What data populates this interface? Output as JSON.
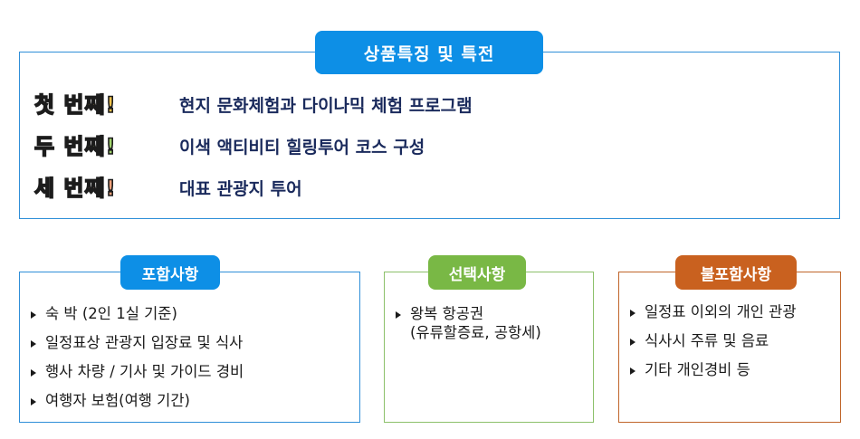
{
  "features": {
    "title": "상품특징 및 특전",
    "rows": [
      {
        "ordinal": "첫 번째!",
        "text": "현지 문화체험과 다이나믹 체험 프로그램"
      },
      {
        "ordinal": "두 번째!",
        "text": "이색 액티비티 힐링투어 코스 구성"
      },
      {
        "ordinal": "세 번째!",
        "text": "대표 관광지 투어"
      }
    ],
    "colors": {
      "accent": "#0d8fe6",
      "ordinal_1": "#f2c24a",
      "ordinal_2": "#9fd36a",
      "ordinal_3": "#f0a07a"
    }
  },
  "included": {
    "title": "포함사항",
    "items": [
      "숙 박 (2인 1실 기준)",
      "일정표상 관광지 입장료 및 식사",
      "행사 차량 / 기사 및 가이드 경비",
      "여행자 보험(여행 기간)"
    ],
    "color": "#0d8fe6"
  },
  "optional": {
    "title": "선택사항",
    "items": [
      "왕복 항공권"
    ],
    "sub_line": "(유류할증료, 공항세)",
    "color": "#79b845"
  },
  "excluded": {
    "title": "불포함사항",
    "items": [
      "일정표 이외의 개인 관광",
      "식사시 주류 및 음료",
      "기타 개인경비 등"
    ],
    "color": "#c9611f"
  }
}
